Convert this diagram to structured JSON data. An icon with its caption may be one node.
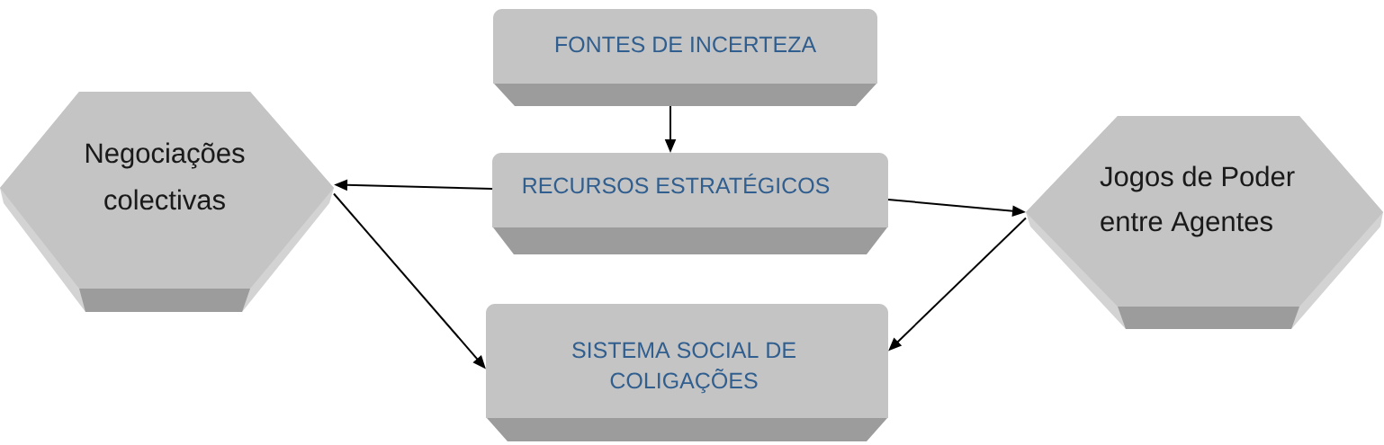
{
  "diagram": {
    "nodes": [
      {
        "text": [
          "FONTES DE INCERTEZA"
        ]
      },
      {
        "text": [
          "Negociações colectivas"
        ]
      },
      {
        "text": [
          "RECURSOS ESTRATÉGICOS"
        ]
      },
      {
        "text": [
          "Jogos de Poder entre Agentes"
        ]
      },
      {
        "text": [
          "SISTEMA SOCIAL DE COLIGAÇÕES"
        ]
      }
    ],
    "edges": [
      {
        "from": 0,
        "to": 2,
        "arrow": "to"
      },
      {
        "from": 2,
        "to": 1,
        "arrow": "to"
      },
      {
        "from": 2,
        "to": 3,
        "arrow": "to"
      },
      {
        "from": 1,
        "to": 4,
        "arrow": "to"
      },
      {
        "from": 3,
        "to": 4,
        "arrow": "to"
      }
    ]
  }
}
